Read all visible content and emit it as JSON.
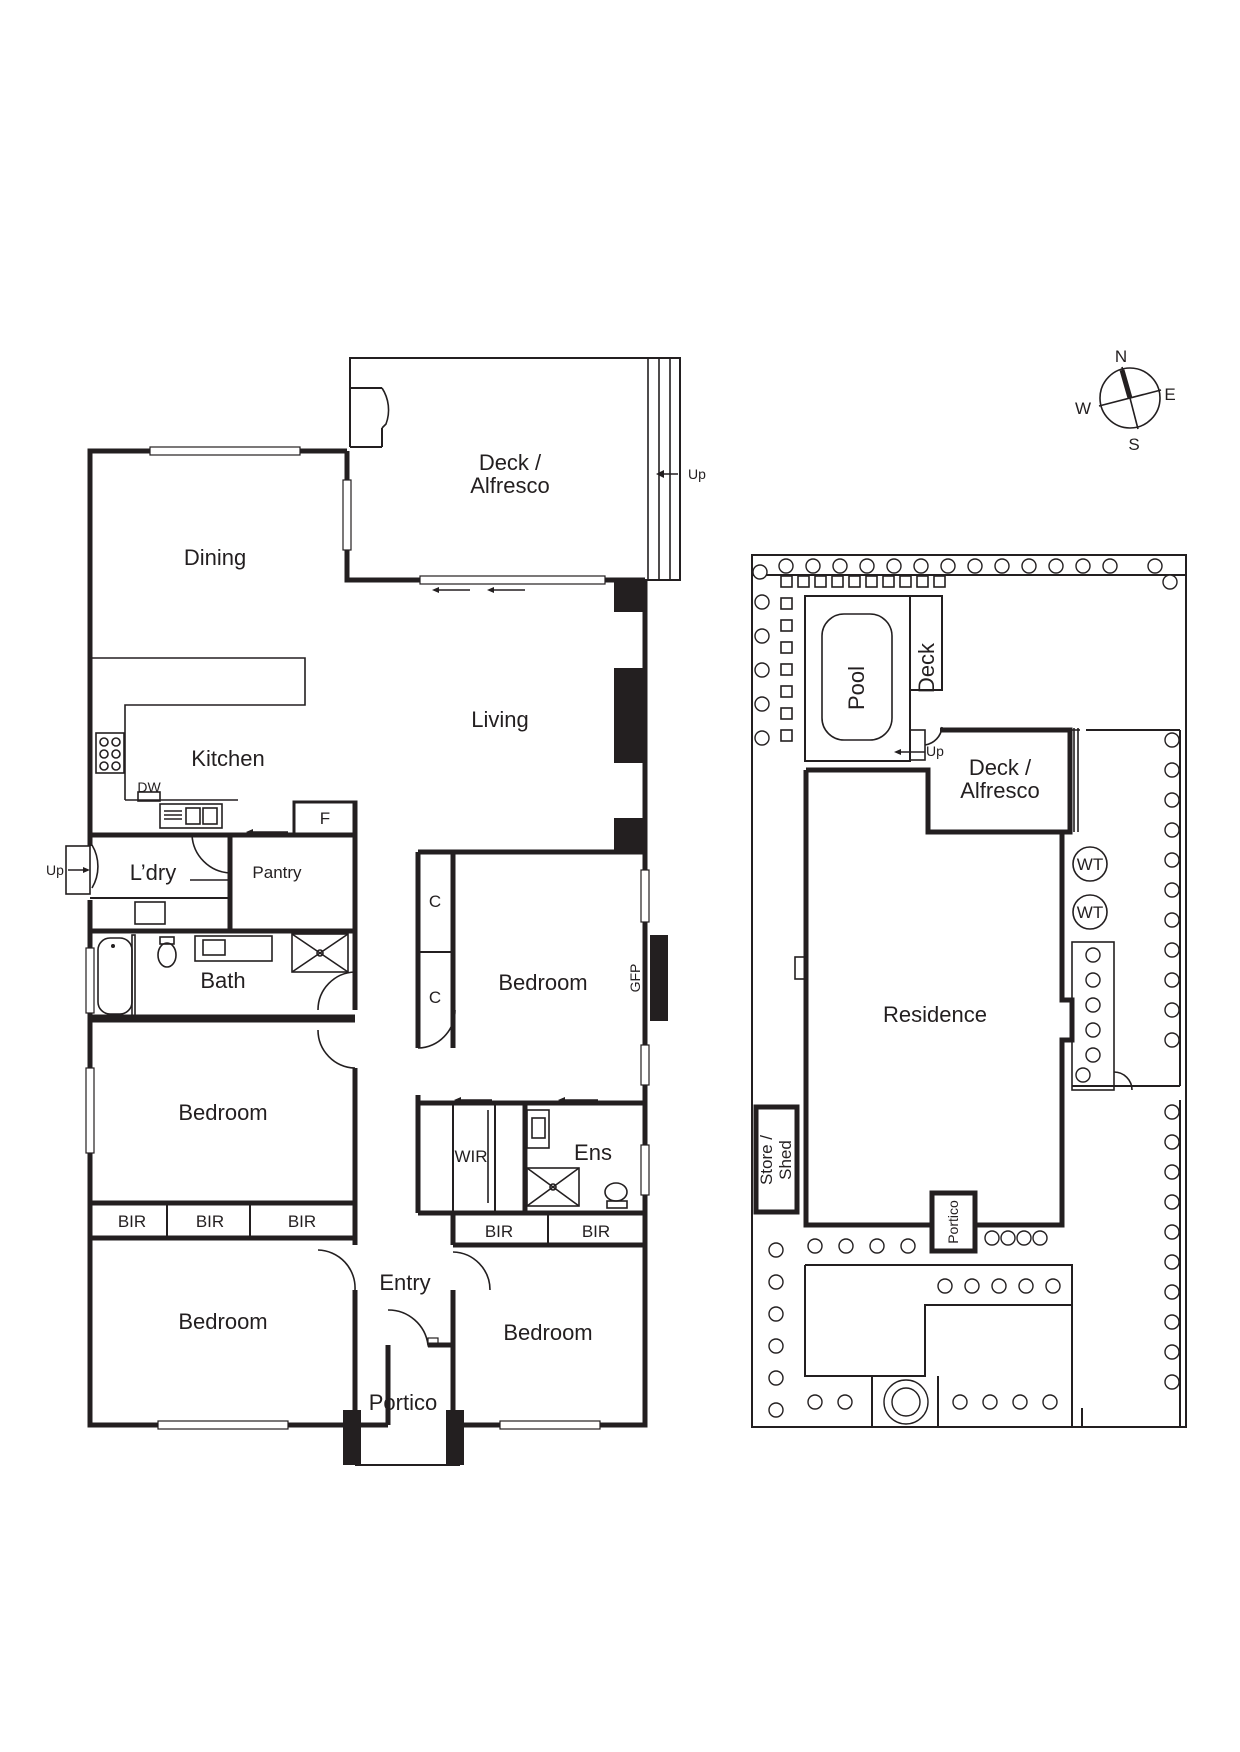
{
  "floor_plan": {
    "rooms": {
      "deck_alfresco": "Deck /",
      "deck_alfresco_2": "Alfresco",
      "deck_up": "Up",
      "dining": "Dining",
      "living": "Living",
      "kitchen": "Kitchen",
      "dishwasher": "DW",
      "fridge": "F",
      "laundry": "L’dry",
      "laundry_up": "Up",
      "pantry": "Pantry",
      "bath": "Bath",
      "cupboard_1": "C",
      "cupboard_2": "C",
      "main_bedroom": "Bedroom",
      "gas_fireplace": "GFP",
      "wir": "WIR",
      "ensuite": "Ens",
      "bedroom_2": "Bedroom",
      "bir_1": "BIR",
      "bir_2": "BIR",
      "bir_3": "BIR",
      "bir_4": "BIR",
      "bir_5": "BIR",
      "bedroom_3": "Bedroom",
      "entry": "Entry",
      "bedroom_4": "Bedroom",
      "portico": "Portico"
    }
  },
  "site_plan": {
    "labels": {
      "pool": "Pool",
      "deck": "Deck",
      "up": "Up",
      "deck_alfresco": "Deck /",
      "deck_alfresco_2": "Alfresco",
      "water_tank_1": "WT",
      "water_tank_2": "WT",
      "residence": "Residence",
      "store_shed": "Store /",
      "store_shed_2": "Shed",
      "portico": "Portico"
    }
  },
  "compass": {
    "north": "N",
    "east": "E",
    "south": "S",
    "west": "W"
  }
}
